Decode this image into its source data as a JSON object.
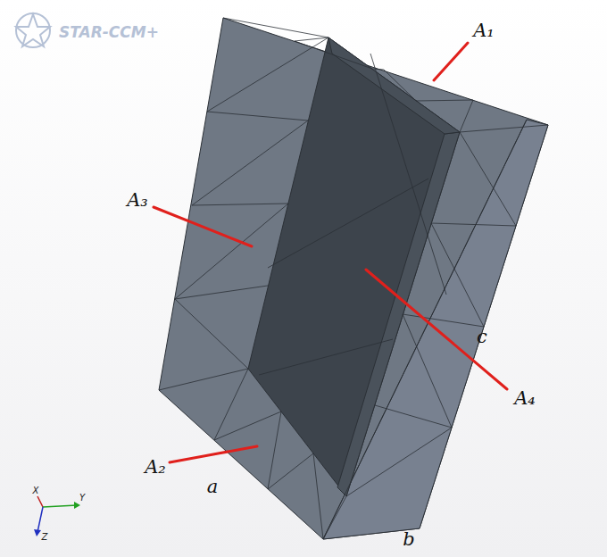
{
  "diagram": {
    "labels": [
      "STAR-CCM+",
      "A₁",
      "A₃",
      "A₄",
      "A₂",
      "a",
      "b",
      "c",
      "X",
      "Y",
      "Z"
    ]
  }
}
